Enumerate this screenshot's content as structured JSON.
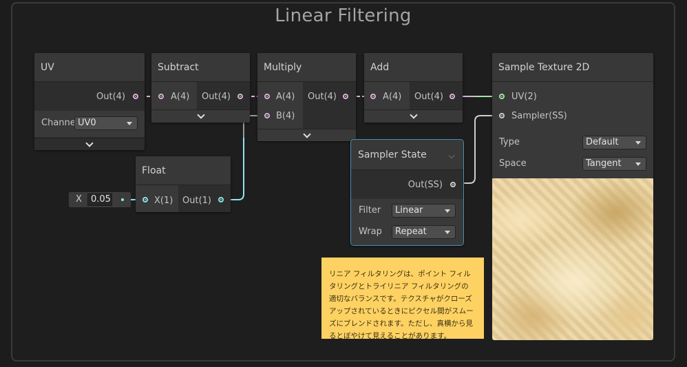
{
  "group": {
    "title": "Linear Filtering"
  },
  "nodes": {
    "uv": {
      "title": "UV",
      "out_port": "Out(4)",
      "channel_label": "Channe",
      "channel_value": "UV0"
    },
    "subtract": {
      "title": "Subtract",
      "in_a": "A(4)",
      "out_port": "Out(4)"
    },
    "multiply": {
      "title": "Multiply",
      "in_a": "A(4)",
      "in_b": "B(4)",
      "out_port": "Out(4)"
    },
    "add": {
      "title": "Add",
      "in_a": "A(4)",
      "out_port": "Out(4)"
    },
    "float": {
      "title": "Float",
      "in_x": "X(1)",
      "out_port": "Out(1)",
      "x_label": "X",
      "x_value": "0.05"
    },
    "sampler_state": {
      "title": "Sampler State",
      "out_port": "Out(SS)",
      "filter_label": "Filter",
      "filter_value": "Linear",
      "wrap_label": "Wrap",
      "wrap_value": "Repeat"
    },
    "sample_texture": {
      "title": "Sample Texture 2D",
      "in_uv": "UV(2)",
      "in_sampler": "Sampler(SS)",
      "type_label": "Type",
      "type_value": "Default",
      "space_label": "Space",
      "space_value": "Tangent"
    }
  },
  "sticky_note": {
    "text": "リニア フィルタリングは、ポイント フィルタリングとトライリニア フィルタリングの適切なバランスです。テクスチャがクローズアップされているときにピクセル間がスムーズにブレンドされます。ただし、真横から見るとぼやけて見えることがあります。"
  },
  "colors": {
    "wire_vector4": "#d9b3d9",
    "wire_float": "#8fe5e8",
    "wire_sampler": "#cfcfcf",
    "wire_vector2": "#a6e6a6",
    "selection": "#4a8fb5",
    "sticky": "#fdd263"
  }
}
